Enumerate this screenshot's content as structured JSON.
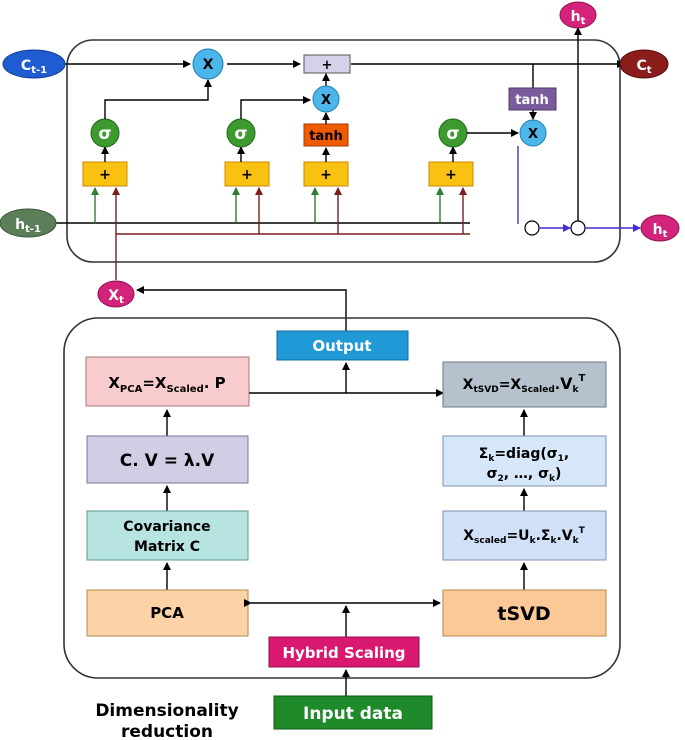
{
  "lstm": {
    "c_prev": {
      "main": "C",
      "sub": "t-1"
    },
    "c_next": {
      "main": "C",
      "sub": "t"
    },
    "h_prev": {
      "main": "h",
      "sub": "t-1"
    },
    "h_top": {
      "main": "h",
      "sub": "t"
    },
    "h_right": {
      "main": "h",
      "sub": "t"
    },
    "x_input": {
      "main": "X",
      "sub": "t"
    },
    "multiply": "X",
    "plus": "+",
    "sigma": "σ",
    "tanh": "tanh"
  },
  "dr": {
    "output": "Output",
    "pca_proj": {
      "a": "X",
      "a_sub": "PCA",
      "eq": "=X",
      "b_sub": "Scaled",
      "tail": ". P"
    },
    "eigen": "C. V = λ.V",
    "covariance": [
      "Covariance",
      "Matrix C"
    ],
    "pca": "PCA",
    "hybrid": "Hybrid Scaling",
    "input": "Input data",
    "tsvd": "tSVD",
    "tsvd_proj": {
      "a": "X",
      "a_sub": "tSVD",
      "eq": "=X",
      "b_sub": "Scaled",
      "dot": ".",
      "v": "V",
      "v_sub": "k",
      "v_sup": "T"
    },
    "sigma_k": {
      "line1_a": "Σ",
      "line1_sub": "k",
      "line1_b": "=diag(σ",
      "line1_sub2": "1",
      "line1_c": ",",
      "line2_a": "σ",
      "line2_sub": "2",
      "line2_b": ", …, σ",
      "line2_sub2": "k",
      "line2_c": ")"
    },
    "svd_eq": {
      "a": "X",
      "a_sub": "scaled",
      "b": "=U",
      "b_sub": "k",
      "c": ".Σ",
      "c_sub": "k",
      "d": ".V",
      "d_sub": "k",
      "d_sup": "T"
    },
    "caption": [
      "Dimensionality",
      "reduction"
    ]
  }
}
